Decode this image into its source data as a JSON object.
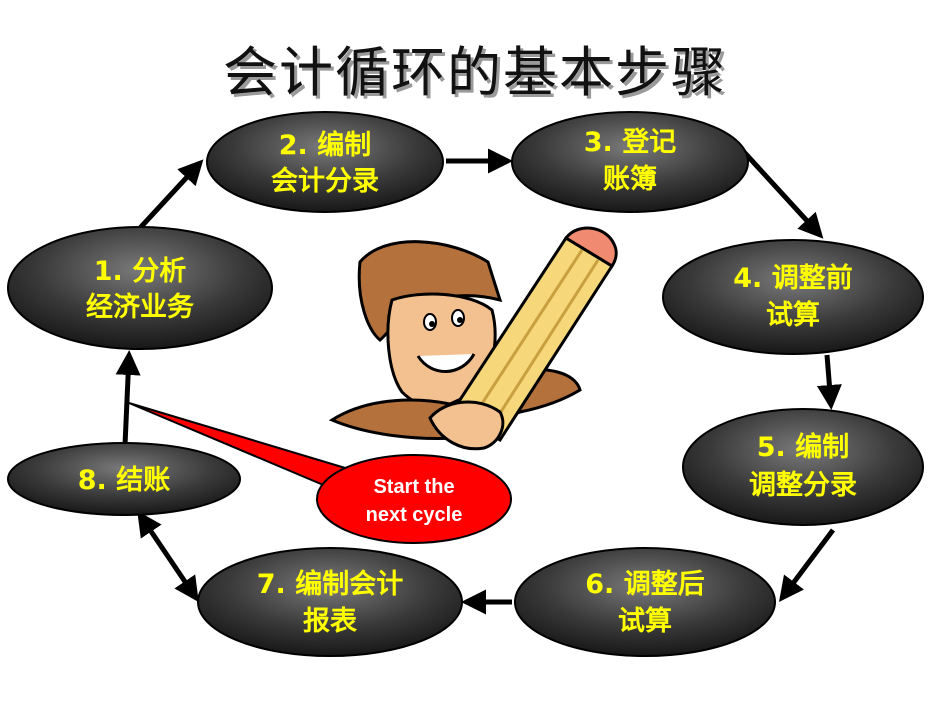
{
  "title": "会计循环的基本步骤",
  "steps": [
    {
      "line1": "1. 分析",
      "line2": "经济业务"
    },
    {
      "line1": "2. 编制",
      "line2": "会计分录"
    },
    {
      "line1": "3. 登记",
      "line2": "账簿"
    },
    {
      "line1": "4. 调整前",
      "line2": "试算"
    },
    {
      "line1": "5. 编制",
      "line2": "调整分录"
    },
    {
      "line1": "6. 调整后",
      "line2": "试算"
    },
    {
      "line1": "7. 编制会计",
      "line2": "报表"
    },
    {
      "line1": "8. 结账",
      "line2": ""
    }
  ],
  "callout": {
    "line1": "Start the",
    "line2": "next cycle"
  },
  "colors": {
    "node_fill": "#3a3a3a",
    "node_text": "#ffff00",
    "callout_fill": "#ff0000",
    "callout_text": "#ffffff"
  }
}
